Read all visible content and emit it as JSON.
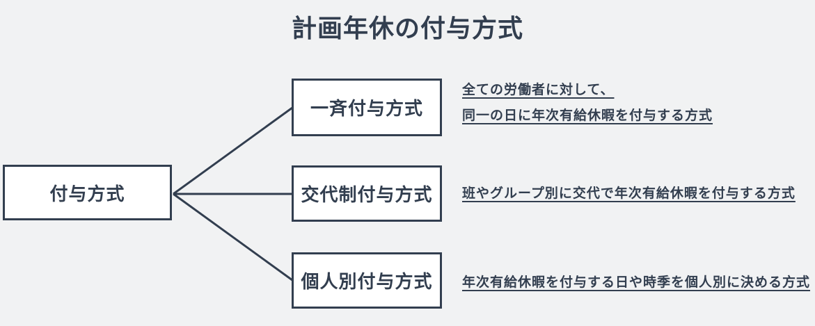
{
  "title": "計画年休の付与方式",
  "colors": {
    "accent": "#323E4F",
    "background": "#F1F2F3",
    "node_fill": "#FFFFFF"
  },
  "diagram": {
    "root": {
      "label": "付与方式"
    },
    "branches": [
      {
        "label": "一斉付与方式",
        "description_lines": [
          "全ての労働者に対して、",
          "同一の日に年次有給休暇を付与する方式"
        ]
      },
      {
        "label": "交代制付与方式",
        "description_lines": [
          "班やグループ別に交代で年次有給休暇を付与する方式"
        ]
      },
      {
        "label": "個人別付与方式",
        "description_lines": [
          "年次有給休暇を付与する日や時季を個人別に決める方式"
        ]
      }
    ]
  }
}
